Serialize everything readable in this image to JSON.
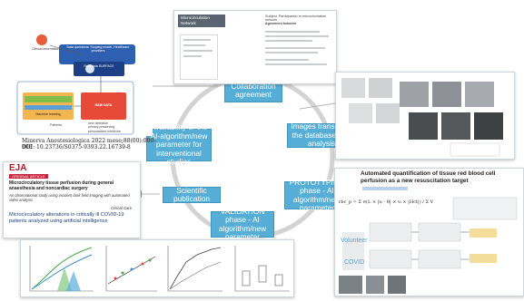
{
  "steps": {
    "collaboration": "Collaboration agreement",
    "images_transfer": "Images transfer to the database and analysis",
    "prototyping": "PROTOTYPING phase - AI algorithm/new parameter",
    "validation": "VALIDATION phase - AI algorithm/new parameter",
    "publication": "Scientific publication",
    "availability": "Availability of the AI-algorithm/new parameter for interventional studies"
  },
  "panel_architecture": {
    "clinical_info": "Clinical information",
    "data_questions": "Data questions: Scoping model, Healthcare providers",
    "real_data": "Real data SURFACE",
    "machine_learning": "Machine learning",
    "raw_data": "RAW DATA",
    "patients": "Patients",
    "bullets": [
      "new detection",
      "privacy preserving",
      "personalized medicine"
    ],
    "citation_line1": "Minerva Anestesiologica 2022 mese;88(00):000–000",
    "citation_line2": "DOI: 10.23736/S0375-9393.22.16739-8"
  },
  "panel_network": {
    "logo_line1": "Microcirculation",
    "logo_line2": "Network",
    "subject": "Subject: Participation in microcirculation network",
    "heading": "Agreement between"
  },
  "panel_journal": {
    "journal": "EJA",
    "article_type": "ORIGINAL ARTICLE",
    "title1": "Microcirculatory tissue perfusion during general anaesthesia and noncardiac surgery",
    "subtitle1": "An observational study using incident dark field imaging with automated video analysis",
    "section": "Critical Care",
    "title2": "Microcirculatory alterations in critically ill COVID-19 patients analyzed using artificial intelligence"
  },
  "panel_quantification": {
    "title": "Automated quantification of tissue red blood cell perfusion as a new resuscitation target",
    "formula": "rbc_p = Σ σ(L × |vᵢ · θ| × vᵢ × |Hct|) / Σ V",
    "inset_labels": [
      "Volunteer",
      "COVID"
    ]
  }
}
